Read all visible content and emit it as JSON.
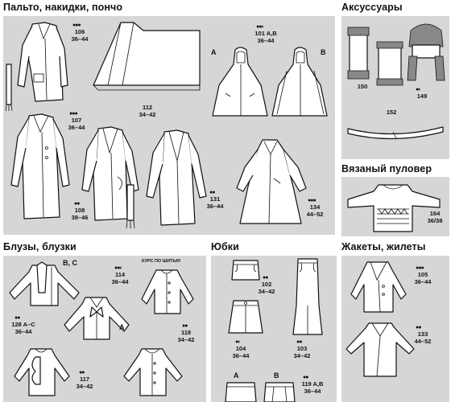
{
  "sections": {
    "coats": {
      "title": "Пальто, накидки, пончо"
    },
    "accessories": {
      "title": "Аксуссуары"
    },
    "sweater": {
      "title": "Вязаный пуловер"
    },
    "blouses": {
      "title": "Блузы, блузки"
    },
    "skirts": {
      "title": "Юбки"
    },
    "jackets": {
      "title": "Жакеты, жилеты"
    }
  },
  "models": {
    "m106": {
      "dots": "●●●",
      "number": "106",
      "sizes": "36–44"
    },
    "m112": {
      "number": "112",
      "sizes": "34–42"
    },
    "m101": {
      "dots": "●●◐",
      "number": "101 A,B",
      "sizes": "36–44",
      "variant_a": "A",
      "variant_b": "B"
    },
    "m107": {
      "dots": "●●●",
      "number": "107",
      "sizes": "36–44"
    },
    "m108": {
      "dots": "●●",
      "number": "108",
      "sizes": "38–46"
    },
    "m131": {
      "dots": "●●",
      "number": "131",
      "sizes": "36–44"
    },
    "m134": {
      "dots": "●●●",
      "number": "134",
      "sizes": "44–52"
    },
    "m150": {
      "number": "150"
    },
    "m149": {
      "dots": "●◐",
      "number": "149"
    },
    "m152": {
      "number": "152"
    },
    "m164": {
      "number": "164",
      "sizes": "36/38"
    },
    "m128": {
      "dots": "●●",
      "number": "128 A–C",
      "sizes": "36–44",
      "variant": "B, C"
    },
    "m114": {
      "dots": "●●◐",
      "number": "114",
      "sizes": "36–44",
      "variant": "A"
    },
    "course": {
      "label": "КУРС ПО ШИТЬЮ"
    },
    "m118": {
      "dots": "●●",
      "number": "118",
      "sizes": "34–42"
    },
    "m117": {
      "dots": "●●",
      "number": "117",
      "sizes": "34–42"
    },
    "m102": {
      "dots": "●●",
      "number": "102",
      "sizes": "34–42"
    },
    "m103": {
      "dots": "●●",
      "number": "103",
      "sizes": "34–42"
    },
    "m104": {
      "dots": "●◐",
      "number": "104",
      "sizes": "36–44"
    },
    "m119": {
      "dots": "●●",
      "number": "119 A,B",
      "sizes": "36–44",
      "variant_a": "A",
      "variant_b": "B"
    },
    "m105": {
      "dots": "●●●",
      "number": "105",
      "sizes": "36–44"
    },
    "m133": {
      "dots": "●●",
      "number": "133",
      "sizes": "44–52"
    }
  }
}
